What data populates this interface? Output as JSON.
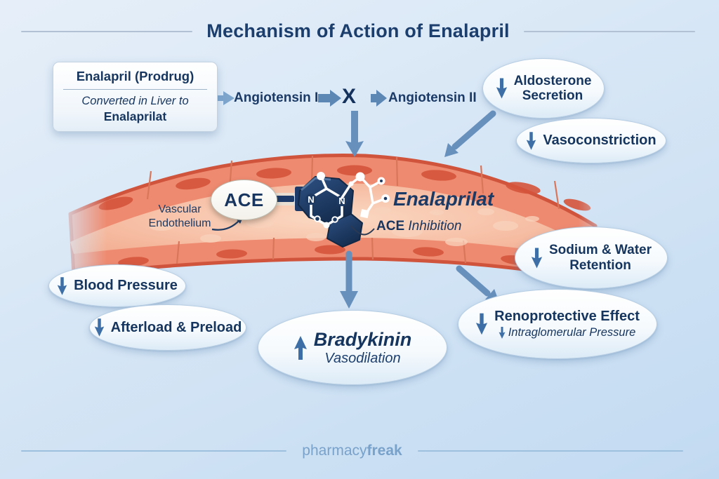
{
  "title": "Mechanism of Action of Enalapril",
  "prodrug_box": {
    "title": "Enalapril (Prodrug)",
    "conversion": "Converted in Liver to",
    "result": "Enalaprilat"
  },
  "pathway": {
    "substrate": "Angiotensin I",
    "block_symbol": "X",
    "product": "Angiotensin II"
  },
  "vessel": {
    "endothelium_line1": "Vascular",
    "endothelium_line2": "Endothelium",
    "enzyme": "ACE",
    "drug": "Enalaprilat",
    "inhibition_bold": "ACE",
    "inhibition_italic": "Inhibition",
    "atom_n": "N"
  },
  "effects": {
    "aldosterone": {
      "direction": "down",
      "line1": "Aldosterone",
      "line2": "Secretion"
    },
    "vasoconstriction": {
      "direction": "down",
      "line1": "Vasoconstriction"
    },
    "blood_pressure": {
      "direction": "down",
      "line1": "Blood Pressure"
    },
    "afterload": {
      "direction": "down",
      "line1": "Afterload & Preload"
    },
    "bradykinin": {
      "direction": "up",
      "line1": "Bradykinin",
      "line2": "Vasodilation"
    },
    "sodium_water": {
      "direction": "down",
      "line1": "Sodium & Water",
      "line2": "Retention"
    },
    "renoprotective": {
      "direction": "down",
      "line1": "Renoprotective Effect",
      "line2": "Intraglomerular Pressure"
    }
  },
  "footer": {
    "brand_regular": "pharmacy",
    "brand_bold": "freak"
  },
  "colors": {
    "navy_text": "#1c3e6d",
    "arrow_blue": "#6790bd",
    "vessel_wall": "#ee8a70",
    "vessel_edge": "#d0533c",
    "vessel_lumen": "#f6b79e",
    "molecule_navy": "#1e3a63",
    "background_top": "#e6eff9",
    "background_bottom": "#c2daf1",
    "footer_blue": "#79a2cb"
  }
}
